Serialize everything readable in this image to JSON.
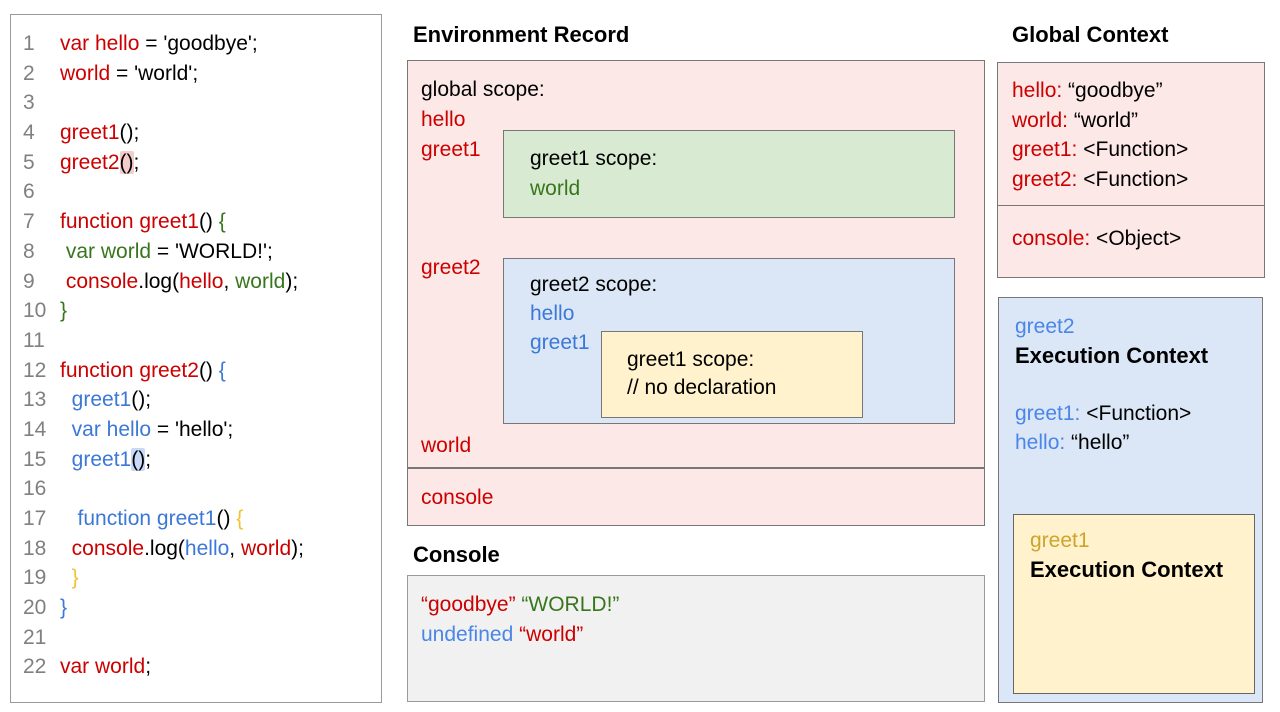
{
  "colors": {
    "k": "#000000",
    "r": "#cc0000",
    "g": "#38761d",
    "b": "#3c78d8",
    "b2": "#4a86e8",
    "y": "#f1c232",
    "yd": "#cfa42b",
    "num": "#808080",
    "hr": "#f4cccc",
    "hb": "#c9daf8",
    "pink_bg": "#fce8e6",
    "green_bg": "#d9ead3",
    "blue_bg": "#dbe7f6",
    "yellow_bg": "#fff2cc",
    "gray_bg": "#f1f1f1"
  },
  "code_panel": {
    "lines": [
      {
        "n": "1",
        "tokens": [
          {
            "t": "var hello",
            "c": "r"
          },
          {
            "t": " = 'goodbye';",
            "c": "k"
          }
        ]
      },
      {
        "n": "2",
        "tokens": [
          {
            "t": "world",
            "c": "r"
          },
          {
            "t": " = 'world';",
            "c": "k"
          }
        ]
      },
      {
        "n": "3",
        "tokens": []
      },
      {
        "n": "4",
        "tokens": [
          {
            "t": "greet1",
            "c": "r"
          },
          {
            "t": "();",
            "c": "k"
          }
        ]
      },
      {
        "n": "5",
        "tokens": [
          {
            "t": "greet2",
            "c": "r"
          },
          {
            "t": "()",
            "c": "k",
            "h": "hr"
          },
          {
            "t": ";",
            "c": "k"
          }
        ]
      },
      {
        "n": "6",
        "tokens": []
      },
      {
        "n": "7",
        "tokens": [
          {
            "t": "function greet1",
            "c": "r"
          },
          {
            "t": "() ",
            "c": "k"
          },
          {
            "t": "{",
            "c": "g"
          }
        ]
      },
      {
        "n": "8",
        "tokens": [
          {
            "t": " ",
            "c": "k"
          },
          {
            "t": "var world",
            "c": "g"
          },
          {
            "t": " = 'WORLD!';",
            "c": "k"
          }
        ]
      },
      {
        "n": "9",
        "tokens": [
          {
            "t": " ",
            "c": "k"
          },
          {
            "t": "console",
            "c": "r"
          },
          {
            "t": ".log(",
            "c": "k"
          },
          {
            "t": "hello",
            "c": "r"
          },
          {
            "t": ", ",
            "c": "k"
          },
          {
            "t": "world",
            "c": "g"
          },
          {
            "t": ");",
            "c": "k"
          }
        ]
      },
      {
        "n": "10",
        "tokens": [
          {
            "t": "}",
            "c": "g"
          }
        ]
      },
      {
        "n": "11",
        "tokens": []
      },
      {
        "n": "12",
        "tokens": [
          {
            "t": "function greet2",
            "c": "r"
          },
          {
            "t": "() ",
            "c": "k"
          },
          {
            "t": "{",
            "c": "b"
          }
        ]
      },
      {
        "n": "13",
        "tokens": [
          {
            "t": "  ",
            "c": "k"
          },
          {
            "t": "greet1",
            "c": "b"
          },
          {
            "t": "();",
            "c": "k"
          }
        ]
      },
      {
        "n": "14",
        "tokens": [
          {
            "t": "  ",
            "c": "k"
          },
          {
            "t": "var hello",
            "c": "b"
          },
          {
            "t": " = 'hello';",
            "c": "k"
          }
        ]
      },
      {
        "n": "15",
        "tokens": [
          {
            "t": "  ",
            "c": "k"
          },
          {
            "t": "greet1",
            "c": "b"
          },
          {
            "t": "()",
            "c": "k",
            "h": "hb"
          },
          {
            "t": ";",
            "c": "k"
          }
        ]
      },
      {
        "n": "16",
        "tokens": []
      },
      {
        "n": "17",
        "tokens": [
          {
            "t": "   ",
            "c": "k"
          },
          {
            "t": "function greet1",
            "c": "b"
          },
          {
            "t": "() ",
            "c": "k"
          },
          {
            "t": "{",
            "c": "y"
          }
        ]
      },
      {
        "n": "18",
        "tokens": [
          {
            "t": "  ",
            "c": "k"
          },
          {
            "t": "console",
            "c": "r"
          },
          {
            "t": ".log(",
            "c": "k"
          },
          {
            "t": "hello",
            "c": "b"
          },
          {
            "t": ", ",
            "c": "k"
          },
          {
            "t": "world",
            "c": "r"
          },
          {
            "t": ");",
            "c": "k"
          }
        ]
      },
      {
        "n": "19",
        "tokens": [
          {
            "t": "  ",
            "c": "k"
          },
          {
            "t": "}",
            "c": "y"
          }
        ]
      },
      {
        "n": "20",
        "tokens": [
          {
            "t": "}",
            "c": "b"
          }
        ]
      },
      {
        "n": "21",
        "tokens": []
      },
      {
        "n": "22",
        "tokens": [
          {
            "t": "var world",
            "c": "r"
          },
          {
            "t": ";",
            "c": "k"
          }
        ]
      }
    ]
  },
  "env_record": {
    "title": "Environment Record",
    "global_scope_label": "global scope:",
    "hello_label": "hello",
    "greet1_label": "greet1",
    "greet2_label": "greet2",
    "world_label": "world",
    "console_label": "console",
    "greet1_scope": {
      "title": "greet1 scope:",
      "var_world": "world"
    },
    "greet2_scope": {
      "title": "greet2 scope:",
      "var_hello": "hello",
      "var_greet1": "greet1",
      "inner_greet1_scope": {
        "title": "greet1 scope:",
        "comment": "// no declaration"
      }
    }
  },
  "console_panel": {
    "title": "Console",
    "lines": [
      {
        "tokens": [
          {
            "t": "“goodbye”",
            "c": "r"
          },
          {
            "t": " ",
            "c": "k"
          },
          {
            "t": "“WORLD!”",
            "c": "g"
          }
        ]
      },
      {
        "tokens": [
          {
            "t": "undefined",
            "c": "b2"
          },
          {
            "t": " ",
            "c": "k"
          },
          {
            "t": "“world”",
            "c": "r"
          }
        ]
      }
    ]
  },
  "global_context": {
    "title": "Global Context",
    "rows": [
      {
        "tokens": [
          {
            "t": "hello:",
            "c": "r"
          },
          {
            "t": " “goodbye”",
            "c": "k"
          }
        ]
      },
      {
        "tokens": [
          {
            "t": "world:",
            "c": "r"
          },
          {
            "t": " “world”",
            "c": "k"
          }
        ]
      },
      {
        "tokens": [
          {
            "t": "greet1:",
            "c": "r"
          },
          {
            "t": " <Function>",
            "c": "k"
          }
        ]
      },
      {
        "tokens": [
          {
            "t": "greet2:",
            "c": "r"
          },
          {
            "t": " <Function>",
            "c": "k"
          }
        ]
      }
    ],
    "console_row": {
      "tokens": [
        {
          "t": "console:",
          "c": "r"
        },
        {
          "t": " <Object>",
          "c": "k"
        }
      ]
    }
  },
  "exec_context": {
    "name": "greet2",
    "title": "Execution Context",
    "rows": [
      {
        "tokens": [
          {
            "t": "greet1:",
            "c": "b2"
          },
          {
            "t": " <Function>",
            "c": "k"
          }
        ]
      },
      {
        "tokens": [
          {
            "t": "hello:",
            "c": "b2"
          },
          {
            "t": " “hello”",
            "c": "k"
          }
        ]
      }
    ],
    "inner": {
      "name": "greet1",
      "title": "Execution Context"
    }
  }
}
